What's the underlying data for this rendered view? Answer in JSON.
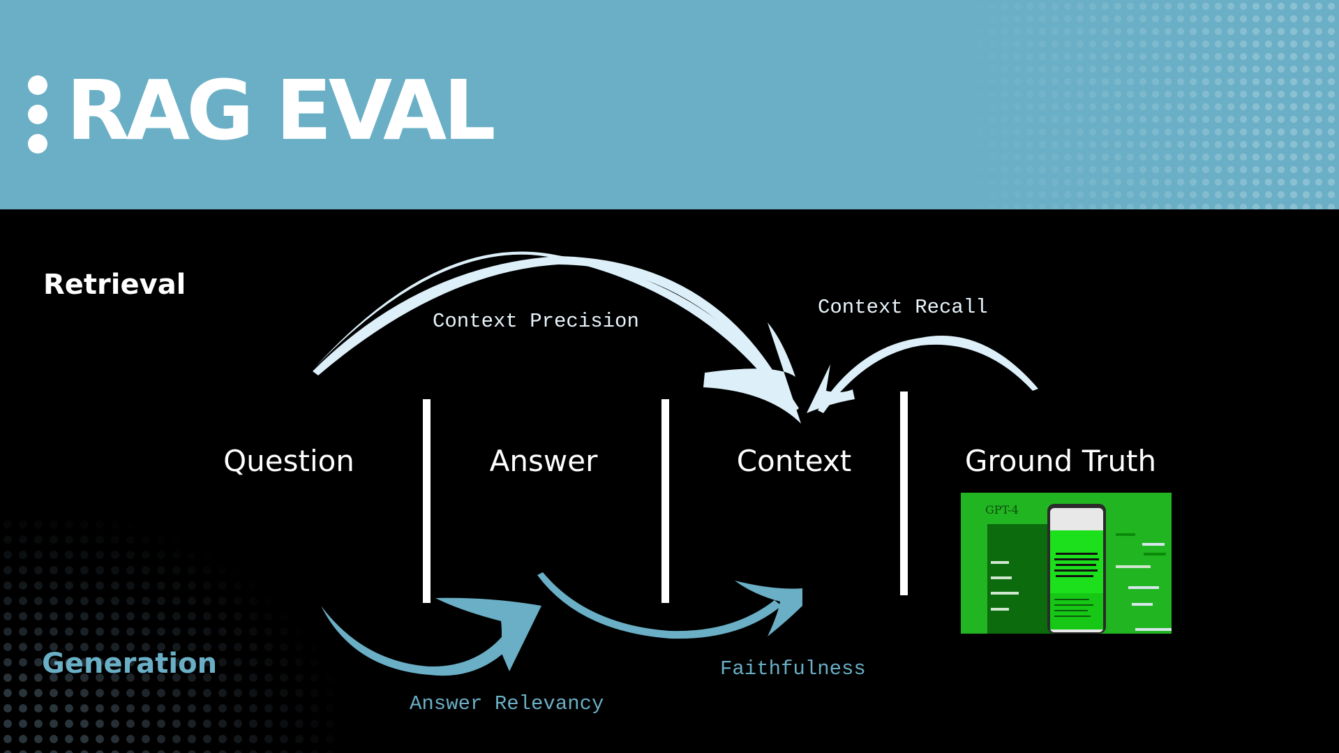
{
  "header": {
    "title": "RAG EVAL"
  },
  "sections": {
    "retrieval": "Retrieval",
    "generation": "Generation"
  },
  "terms": {
    "question": "Question",
    "answer": "Answer",
    "context": "Context",
    "ground_truth": "Ground Truth"
  },
  "metrics": {
    "context_precision": "Context Precision",
    "context_recall": "Context Recall",
    "answer_relevancy": "Answer Relevancy",
    "faithfulness": "Faithfulness"
  },
  "ground_truth_image": {
    "caption": "GPT-4"
  },
  "colors": {
    "header_bg": "#6aafc6",
    "retrieval_arrow": "#ddf0f9",
    "generation_arrow": "#6aafc6",
    "background": "#000000",
    "image_green": "#1aa31a"
  }
}
